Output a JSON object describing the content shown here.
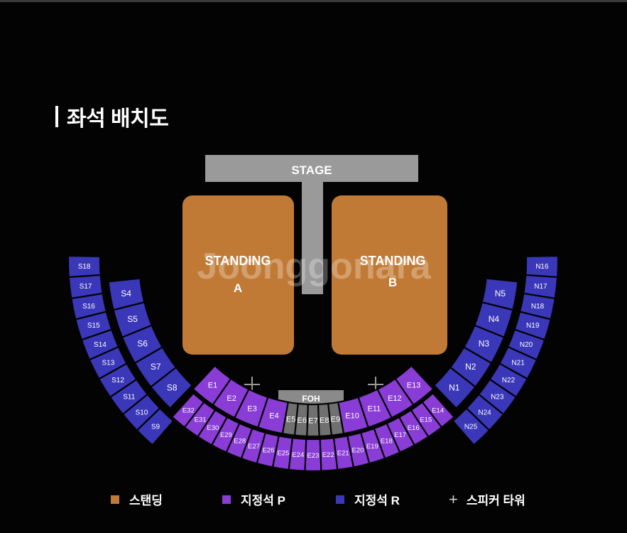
{
  "title": "좌석 배치도",
  "watermark": "Joonggonara",
  "stage_label": "STAGE",
  "foh_label": "FOH",
  "standing": [
    {
      "label": "STANDING",
      "sub": "A"
    },
    {
      "label": "STANDING",
      "sub": "B"
    }
  ],
  "colors": {
    "standing": "#c17a35",
    "designated_p": "#8a3dd6",
    "designated_r": "#3a37b8",
    "gray_e": "#707070",
    "stage": "#9a9a9a",
    "speaker": "#9a9a9a"
  },
  "sections_r_outer_left": [
    "S18",
    "S17",
    "S16",
    "S15",
    "S14",
    "S13",
    "S12",
    "S11",
    "S10",
    "S9"
  ],
  "sections_r_inner_left": [
    "S4",
    "S5",
    "S6",
    "S7",
    "S8"
  ],
  "sections_r_inner_right": [
    "N5",
    "N4",
    "N3",
    "N2",
    "N1"
  ],
  "sections_r_outer_right": [
    "N16",
    "N17",
    "N18",
    "N19",
    "N20",
    "N21",
    "N22",
    "N23",
    "N24",
    "N25"
  ],
  "sections_p_inner_left": [
    "E1",
    "E2",
    "E3",
    "E4"
  ],
  "sections_gray": [
    "E5",
    "E6",
    "E7",
    "E8",
    "E9"
  ],
  "sections_p_inner_right": [
    "E10",
    "E11",
    "E12",
    "E13"
  ],
  "sections_p_outer": [
    "E32",
    "E31",
    "E30",
    "E29",
    "E28",
    "E27",
    "E26",
    "E25",
    "E24",
    "E23",
    "E22",
    "E21",
    "E20",
    "E19",
    "E18",
    "E17",
    "E16",
    "E15",
    "E14"
  ],
  "legend": [
    {
      "label": "스탠딩",
      "icon": "square",
      "color": "#c17a35"
    },
    {
      "label": "지정석 P",
      "icon": "square",
      "color": "#8a3dd6"
    },
    {
      "label": "지정석 R",
      "icon": "square",
      "color": "#3a37b8"
    },
    {
      "label": "스피커 타워",
      "icon": "plus",
      "color": "#cfcfcf"
    }
  ]
}
